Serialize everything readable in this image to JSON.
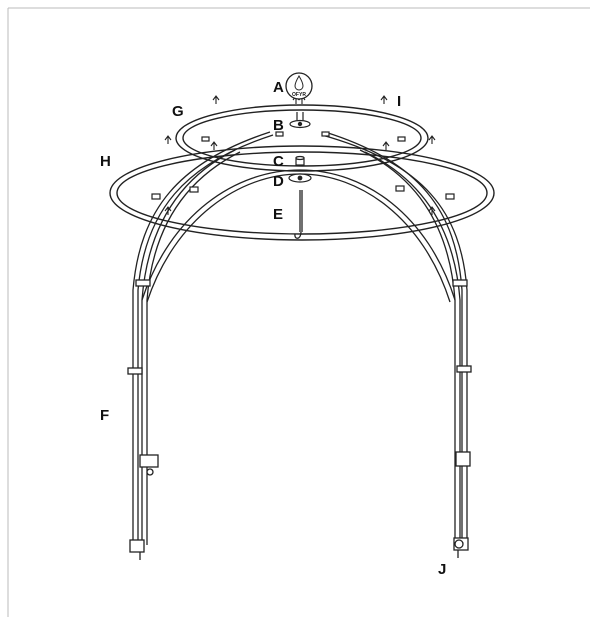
{
  "labels": {
    "a": "A",
    "b": "B",
    "c": "C",
    "d": "D",
    "e": "E",
    "f": "F",
    "g": "G",
    "h": "H",
    "i": "I",
    "j": "J"
  },
  "badge_text": "OFYR"
}
